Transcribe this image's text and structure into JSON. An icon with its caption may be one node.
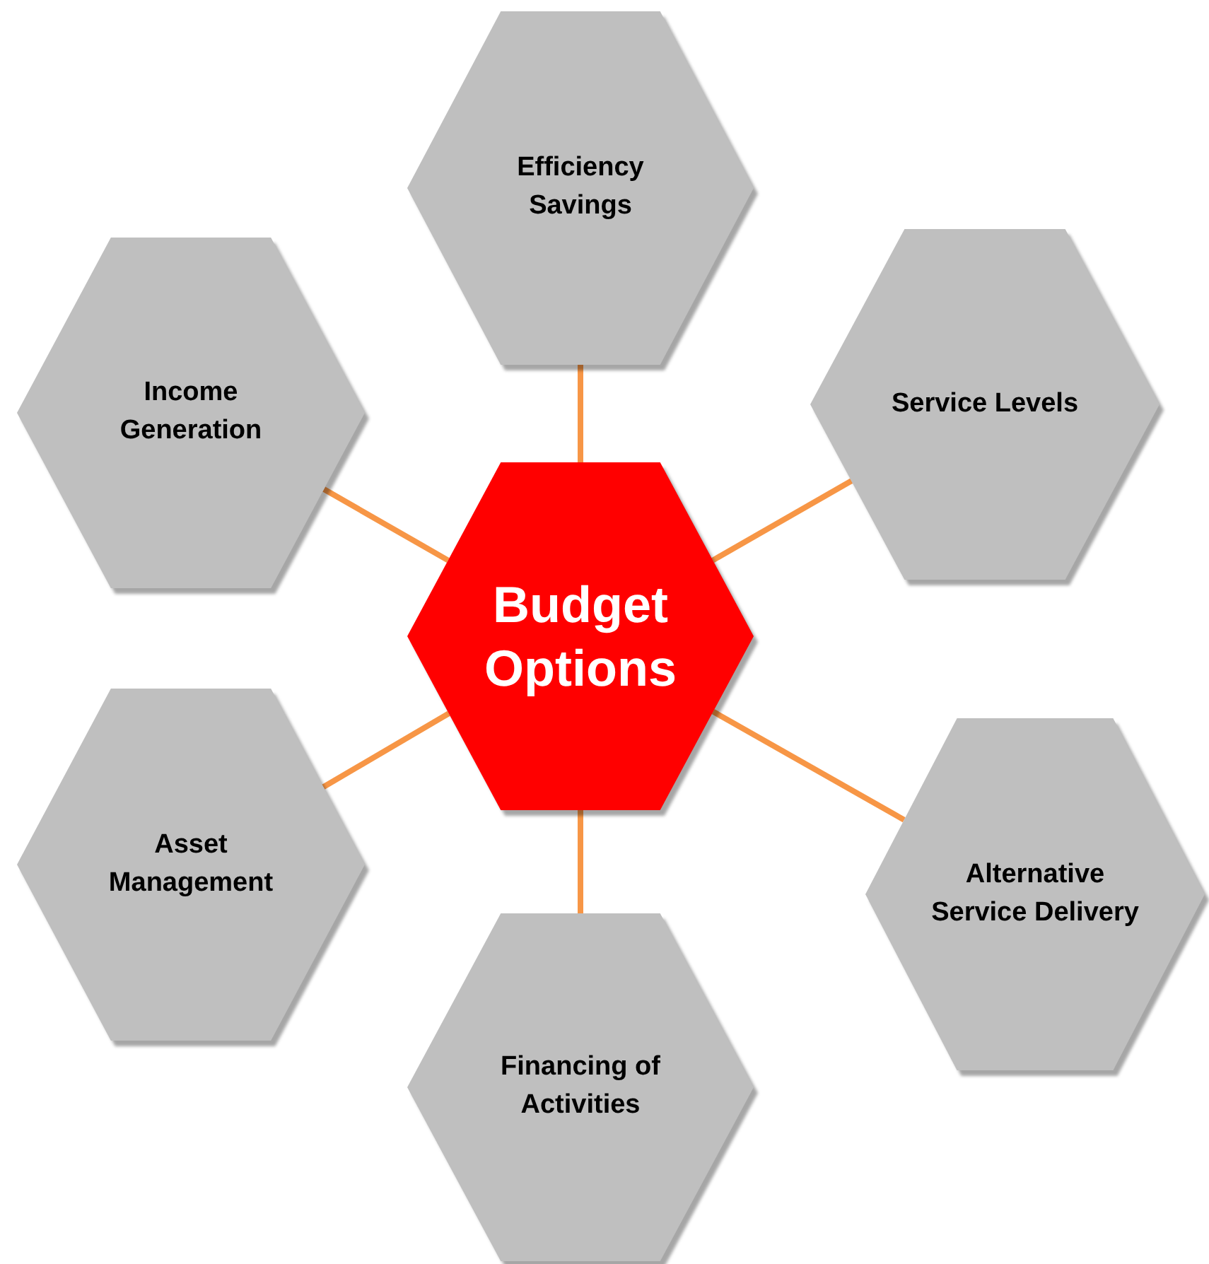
{
  "diagram": {
    "nodes": [
      {
        "text": [
          "Efficiency Savings"
        ]
      },
      {
        "text": [
          "Income Generation"
        ]
      },
      {
        "text": [
          "Service Levels"
        ]
      },
      {
        "text": [
          "Budget Options"
        ]
      },
      {
        "text": [
          "Asset Management"
        ]
      },
      {
        "text": [
          "Alternative Service Delivery"
        ]
      },
      {
        "text": [
          "Financing of Activities"
        ]
      }
    ],
    "edges": [
      {
        "from": 3,
        "to": 0,
        "arrow": "none"
      },
      {
        "from": 3,
        "to": 1,
        "arrow": "none"
      },
      {
        "from": 3,
        "to": 2,
        "arrow": "none"
      },
      {
        "from": 3,
        "to": 4,
        "arrow": "none"
      },
      {
        "from": 3,
        "to": 5,
        "arrow": "none"
      },
      {
        "from": 3,
        "to": 6,
        "arrow": "none"
      }
    ]
  }
}
